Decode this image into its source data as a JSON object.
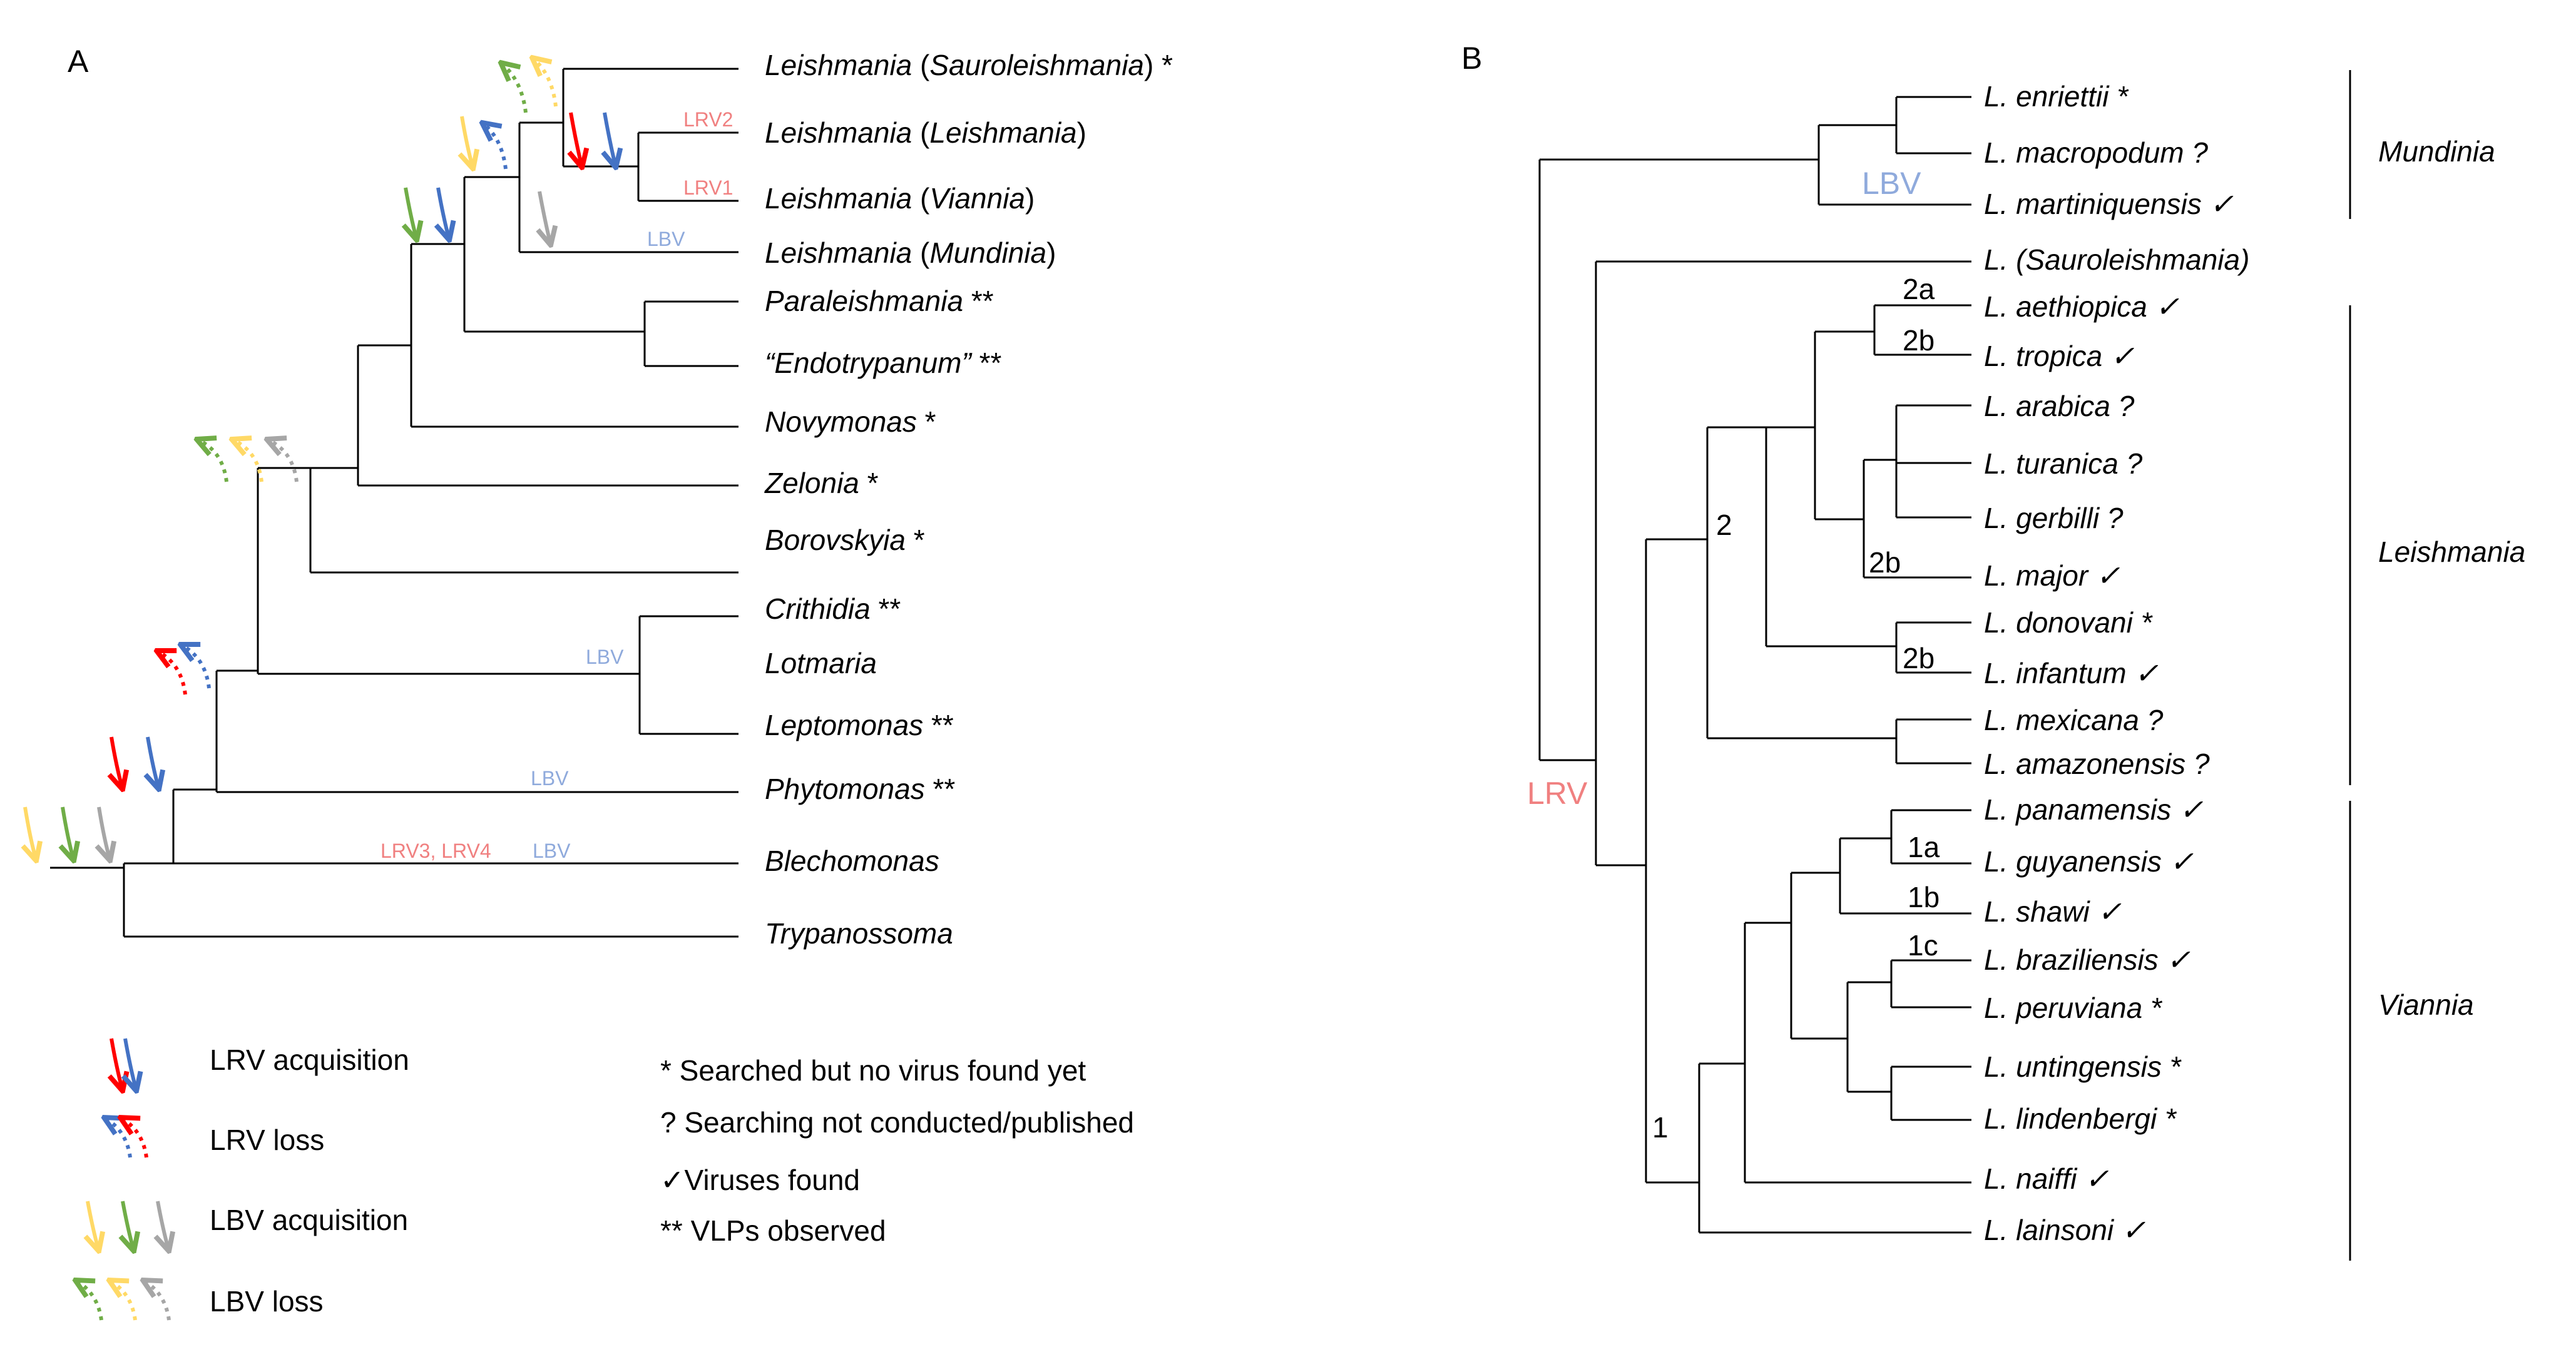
{
  "panel_a": {
    "label": "A",
    "taxa": [
      {
        "name": "Leishmania (Sauroleishmania) *",
        "parts": [
          [
            "Leishmania",
            true
          ],
          [
            " (",
            false
          ],
          [
            "Sauroleishmania",
            true
          ],
          [
            ") *",
            false
          ]
        ]
      },
      {
        "name": "Leishmania (Leishmania)",
        "parts": [
          [
            "Leishmania",
            true
          ],
          [
            " (",
            false
          ],
          [
            "Leishmania",
            true
          ],
          [
            ")",
            false
          ]
        ]
      },
      {
        "name": "Leishmania (Viannia)",
        "parts": [
          [
            "Leishmania",
            true
          ],
          [
            " (",
            false
          ],
          [
            "Viannia",
            true
          ],
          [
            ")",
            false
          ]
        ]
      },
      {
        "name": "Leishmania (Mundinia)",
        "parts": [
          [
            "Leishmania",
            true
          ],
          [
            " (",
            false
          ],
          [
            "Mundinia",
            true
          ],
          [
            ")",
            false
          ]
        ]
      },
      {
        "name": "Paraleishmania **",
        "parts": [
          [
            "Paraleishmania",
            true
          ],
          [
            " **",
            false
          ]
        ]
      },
      {
        "name": "“Endotrypanum” **",
        "parts": [
          [
            "“Endotrypanum”",
            true
          ],
          [
            " **",
            false
          ]
        ]
      },
      {
        "name": "Novymonas *",
        "parts": [
          [
            "Novymonas",
            true
          ],
          [
            " *",
            false
          ]
        ]
      },
      {
        "name": "Zelonia *",
        "parts": [
          [
            "Zelonia",
            true
          ],
          [
            " *",
            false
          ]
        ]
      },
      {
        "name": "Borovskyia *",
        "parts": [
          [
            "Borovskyia",
            true
          ],
          [
            " *",
            false
          ]
        ]
      },
      {
        "name": "Crithidia **",
        "parts": [
          [
            "Crithidia",
            true
          ],
          [
            " **",
            false
          ]
        ]
      },
      {
        "name": "Lotmaria",
        "parts": [
          [
            "Lotmaria",
            true
          ]
        ]
      },
      {
        "name": "Leptomonas **",
        "parts": [
          [
            "Leptomonas",
            true
          ],
          [
            " **",
            false
          ]
        ]
      },
      {
        "name": "Phytomonas **",
        "parts": [
          [
            "Phytomonas",
            true
          ],
          [
            " **",
            false
          ]
        ]
      },
      {
        "name": "Blechomonas",
        "parts": [
          [
            "Blechomonas",
            true
          ]
        ]
      },
      {
        "name": "Trypanossoma",
        "parts": [
          [
            "Trypanossoma",
            true
          ]
        ]
      }
    ],
    "virus_labels": {
      "lrv2": "LRV2",
      "lrv1": "LRV1",
      "lbv_mundinia": "LBV",
      "lbv_lotmaria": "LBV",
      "lbv_phytomonas": "LBV",
      "lrv34": "LRV3, LRV4",
      "lbv_blechomonas": "LBV"
    },
    "legend": [
      {
        "name": "LRV acquisition"
      },
      {
        "name": "LRV loss"
      },
      {
        "name": "LBV acquisition"
      },
      {
        "name": "LBV loss"
      }
    ],
    "notes": [
      "* Searched but no virus found yet",
      "? Searching not conducted/published",
      "✓Viruses found",
      "** VLPs observed"
    ]
  },
  "panel_b": {
    "label": "B",
    "taxa": [
      "L. enriettii *",
      "L. macropodum ?",
      "L. martiniquensis ✓",
      "L. (Sauroleishmania)",
      "L. aethiopica ✓",
      "L. tropica ✓",
      "L. arabica ?",
      "L. turanica ?",
      "L. gerbilli ?",
      "L. major ✓",
      "L. donovani *",
      "L. infantum ✓",
      "L. mexicana ?",
      "L. amazonensis ?",
      "L. panamensis ✓",
      "L. guyanensis ✓",
      "L. shawi ✓",
      "L. braziliensis ✓",
      "L. peruviana *",
      "L. untingensis *",
      "L. lindenbergi *",
      "L. naiffi ✓",
      "L. lainsoni ✓"
    ],
    "node_labels": {
      "n2a": "2a",
      "n2b_tropica": "2b",
      "n2": "2",
      "n2b_major": "2b",
      "n2b_infantum": "2b",
      "n1a": "1a",
      "n1b": "1b",
      "n1c": "1c",
      "n1": "1"
    },
    "virus_labels": {
      "lbv": "LBV",
      "lrv": "LRV"
    },
    "subgenera": [
      {
        "name": "Mundinia"
      },
      {
        "name": "Leishmania"
      },
      {
        "name": "Viannia"
      }
    ]
  },
  "colors": {
    "lrv_red": "#ff0000",
    "lrv_blue": "#4472c4",
    "lbv_yellow": "#ffd966",
    "lbv_green": "#70ad47",
    "lbv_gray": "#a6a6a6",
    "lrv_text": "#f08080",
    "lbv_text": "#8faadc"
  }
}
